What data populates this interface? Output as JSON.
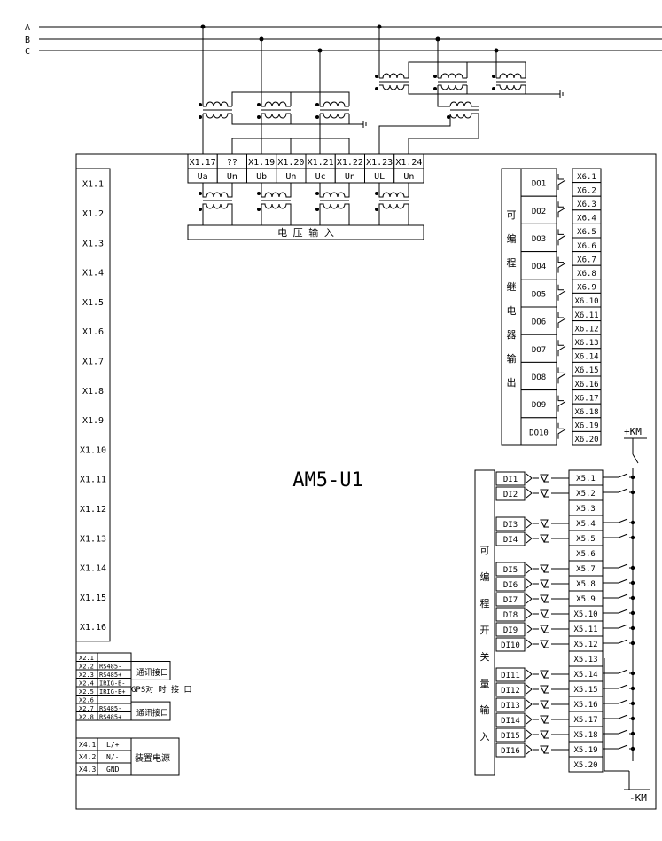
{
  "phases": [
    "A",
    "B",
    "C"
  ],
  "title": "AM5-U1",
  "voltage_input": {
    "terminals": [
      "X1.17",
      "??",
      "X1.19",
      "X1.20",
      "X1.21",
      "X1.22",
      "X1.23",
      "X1.24"
    ],
    "labels": [
      "Ua",
      "Un",
      "Ub",
      "Un",
      "Uc",
      "Un",
      "UL",
      "Un"
    ],
    "caption": "电 压 输 入"
  },
  "x1_terminals": [
    "X1.1",
    "X1.2",
    "X1.3",
    "X1.4",
    "X1.5",
    "X1.6",
    "X1.7",
    "X1.8",
    "X1.9",
    "X1.10",
    "X1.11",
    "X1.12",
    "X1.13",
    "X1.14",
    "X1.15",
    "X1.16"
  ],
  "relay_output": {
    "caption": [
      "可",
      "编",
      "程",
      "继",
      "电",
      "器",
      "输",
      "出"
    ],
    "channels": [
      "DO1",
      "DO2",
      "DO3",
      "DO4",
      "DO5",
      "DO6",
      "DO7",
      "DO8",
      "DO9",
      "DO10"
    ],
    "terminals": [
      "X6.1",
      "X6.2",
      "X6.3",
      "X6.4",
      "X6.5",
      "X6.6",
      "X6.7",
      "X6.8",
      "X6.9",
      "X6.10",
      "X6.11",
      "X6.12",
      "X6.13",
      "X6.14",
      "X6.15",
      "X6.16",
      "X6.17",
      "X6.18",
      "X6.19",
      "X6.20"
    ]
  },
  "switch_input": {
    "caption": [
      "可",
      "编",
      "程",
      "开",
      "关",
      "量",
      "输",
      "入"
    ],
    "channels": [
      "DI1",
      "DI2",
      "DI3",
      "DI4",
      "DI5",
      "DI6",
      "DI7",
      "DI8",
      "DI9",
      "DI10",
      "DI11",
      "DI12",
      "DI13",
      "DI14",
      "DI15",
      "DI16"
    ],
    "terminals": [
      "X5.1",
      "X5.2",
      "X5.3",
      "X5.4",
      "X5.5",
      "X5.6",
      "X5.7",
      "X5.8",
      "X5.9",
      "X5.10",
      "X5.11",
      "X5.12",
      "X5.13",
      "X5.14",
      "X5.15",
      "X5.16",
      "X5.17",
      "X5.18",
      "X5.19",
      "X5.20"
    ],
    "plus_km": "+KM",
    "minus_km": "-KM"
  },
  "comm": {
    "terminals": [
      "X2.1",
      "X2.2",
      "X2.3",
      "X2.4",
      "X2.5",
      "X2.6",
      "X2.7",
      "X2.8"
    ],
    "signals": [
      "",
      "RS485-",
      "RS485+",
      "IRIG-B-",
      "IRIG-B+",
      "",
      "RS485-",
      "RS485+"
    ],
    "group_labels": [
      "通讯接口",
      "GPS对 时 接 口",
      "通讯接口"
    ]
  },
  "power": {
    "terminals": [
      "X4.1",
      "X4.2",
      "X4.3"
    ],
    "signals": [
      "L/+",
      "N/-",
      "GND"
    ],
    "label": "装置电源"
  }
}
